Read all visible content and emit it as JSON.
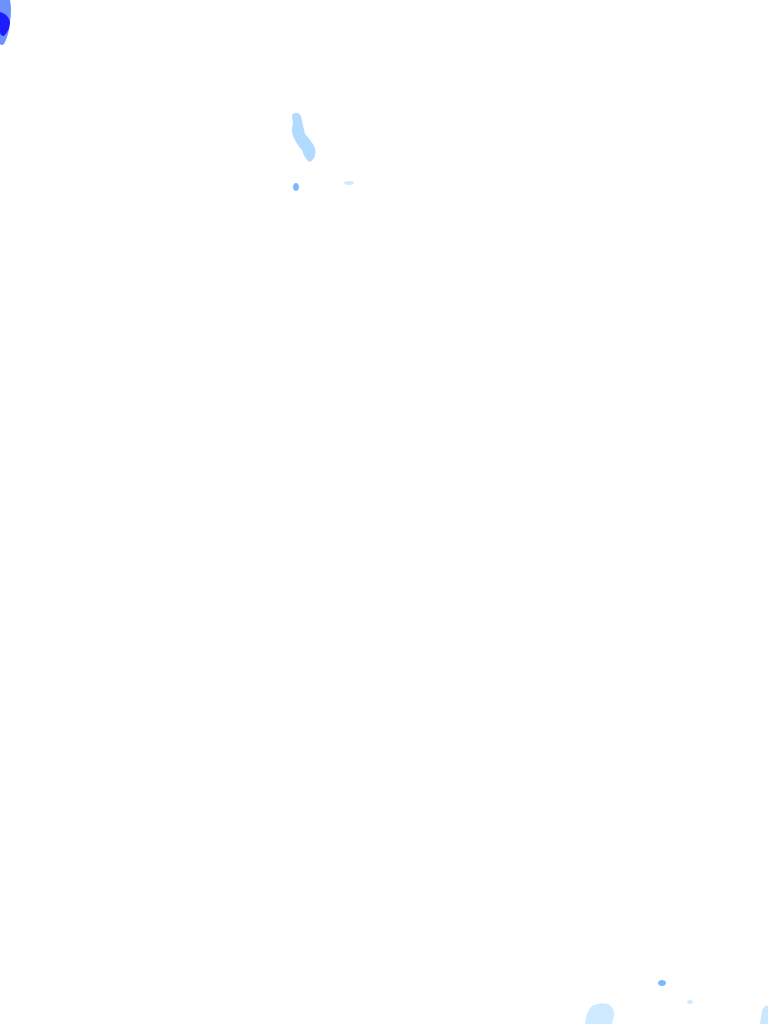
{
  "map": {
    "background_color": "#ffffff",
    "precipitation_colors": {
      "light": "#cfe9ff",
      "moderate": "#a9d6ff",
      "medium": "#7fb8ff",
      "heavy": "#3c6dff",
      "very_heavy": "#1f1bff"
    },
    "cells": [
      {
        "intensity": "very_heavy"
      },
      {
        "intensity": "moderate"
      },
      {
        "intensity": "light"
      },
      {
        "intensity": "light"
      },
      {
        "intensity": "medium"
      },
      {
        "intensity": "light"
      },
      {
        "intensity": "moderate"
      }
    ]
  }
}
